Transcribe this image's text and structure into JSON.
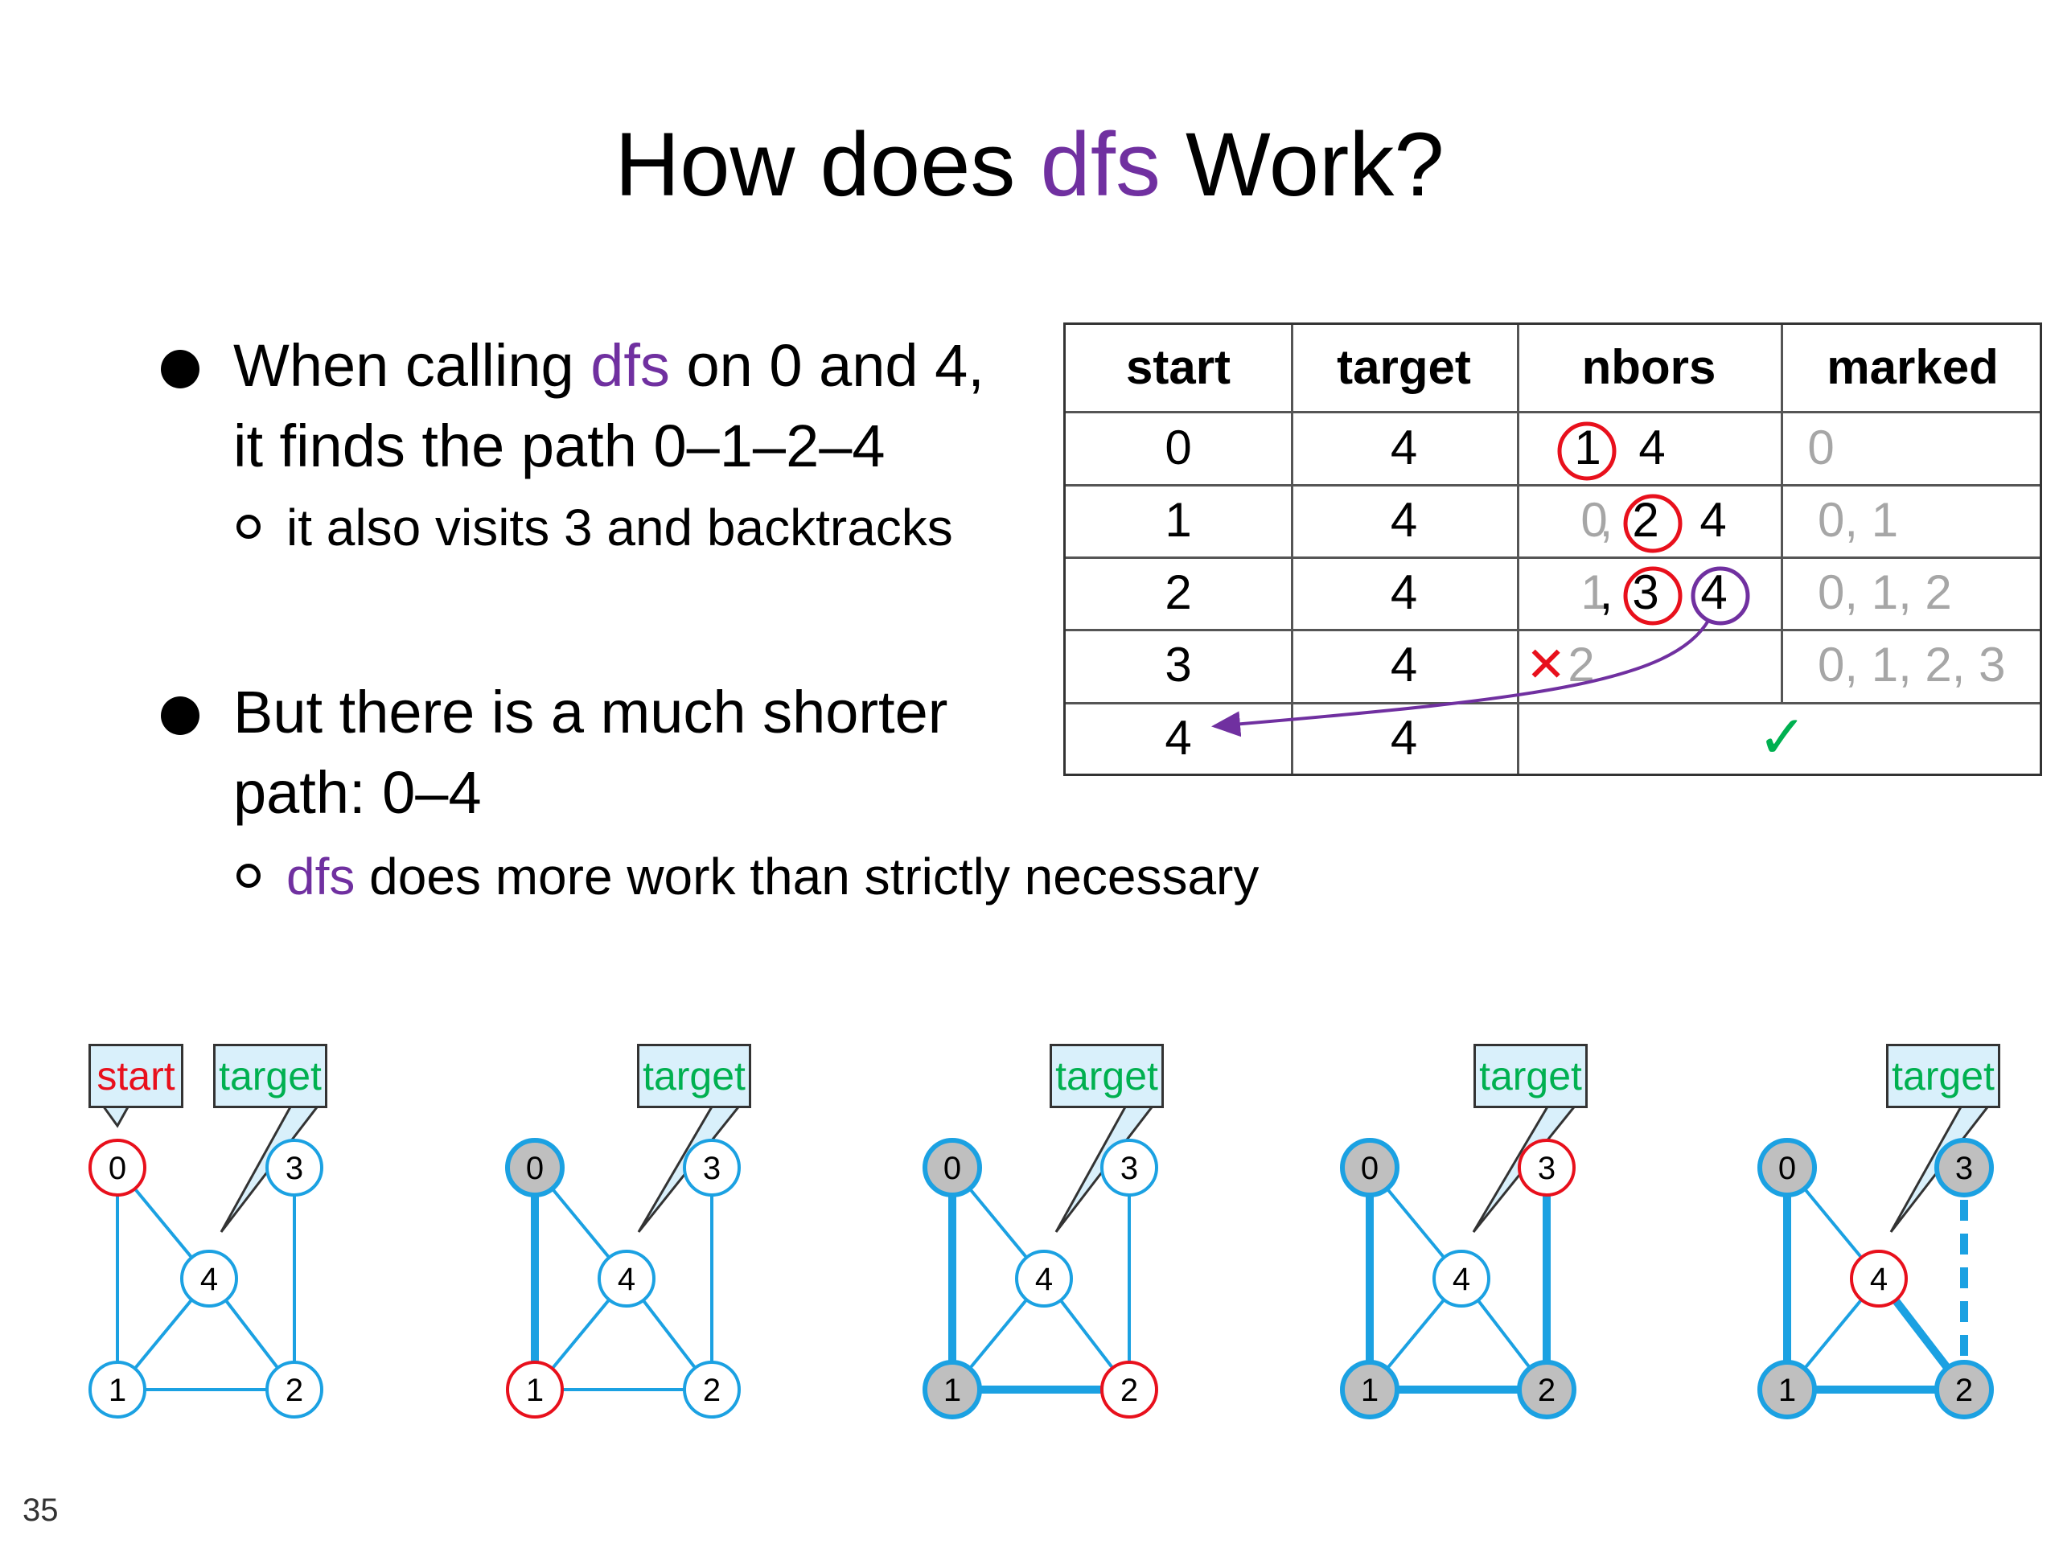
{
  "title": {
    "pre": "How does ",
    "fn": "dfs",
    "post": " Work?"
  },
  "bullets": {
    "b1_pre": "When calling ",
    "b1_fn": "dfs",
    "b1_post": " on 0 and 4,",
    "b1_line2": "it finds the path 0–1–2–4",
    "b1_sub": "it also visits 3 and backtracks",
    "b2_line1": "But there is a much shorter",
    "b2_line2": "path: 0–4",
    "b2_sub_fn": "dfs",
    "b2_sub_post": " does more work than strictly necessary"
  },
  "table": {
    "headers": [
      "start",
      "target",
      "nbors",
      "marked"
    ],
    "rows": [
      {
        "start": "0",
        "target": "4",
        "marked": "0"
      },
      {
        "start": "1",
        "target": "4",
        "marked": "0, 1"
      },
      {
        "start": "2",
        "target": "4",
        "marked": "0, 1, 2"
      },
      {
        "start": "3",
        "target": "4",
        "marked": "0, 1, 2, 3"
      },
      {
        "start": "4",
        "target": "4",
        "marked": ""
      }
    ],
    "nbors": {
      "r0": [
        "1",
        "4"
      ],
      "r1": [
        "0",
        "2",
        "4"
      ],
      "r2": [
        "1",
        "3",
        "4"
      ],
      "r3": [
        "2"
      ]
    },
    "comma": ",",
    "cross": "✕",
    "check": "✓"
  },
  "labels": {
    "start": "start",
    "target": "target"
  },
  "node_labels": [
    "0",
    "1",
    "2",
    "3",
    "4"
  ],
  "colors": {
    "red": "#e8101c",
    "green": "#00b050",
    "purple": "#7030a0",
    "edge": "#1ba1e2",
    "visited": "#bfbfbf",
    "callout": "#d9f0fb"
  },
  "page_number": "35"
}
